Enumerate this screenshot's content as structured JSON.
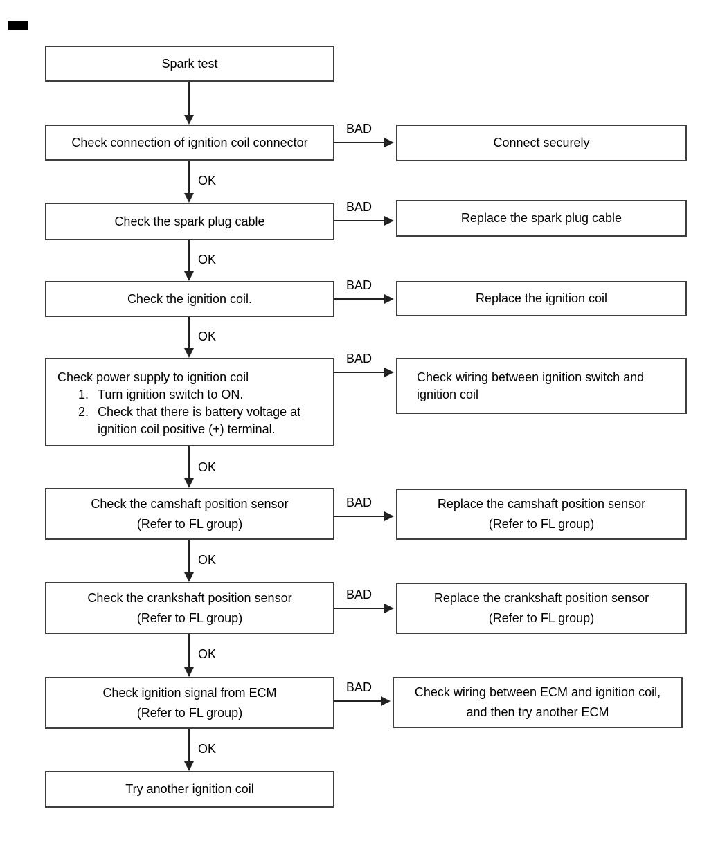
{
  "diagram": {
    "labels": {
      "ok": "OK",
      "bad": "BAD"
    },
    "colors": {
      "border": "#3e3e3e",
      "line": "#222222",
      "text": "#000000",
      "background": "#ffffff"
    },
    "start": {
      "text": "Spark test"
    },
    "steps": [
      {
        "check": "Check connection of ignition coil connector",
        "action": "Connect securely"
      },
      {
        "check": "Check the spark plug cable",
        "action": "Replace the spark plug cable"
      },
      {
        "check": "Check the ignition coil.",
        "action": "Replace the ignition coil"
      },
      {
        "check_title": "Check power supply to ignition coil",
        "check_items": [
          {
            "num": "1.",
            "text": "Turn ignition switch to ON."
          },
          {
            "num": "2.",
            "text": "Check that there is battery voltage at",
            "text_cont": "ignition coil positive (+) terminal."
          }
        ],
        "action_line1": "Check wiring between ignition switch and",
        "action_line2": "ignition coil"
      },
      {
        "check_line1": "Check the camshaft position sensor",
        "check_line2": "(Refer to FL group)",
        "action_line1": "Replace the camshaft position sensor",
        "action_line2": "(Refer to FL group)"
      },
      {
        "check_line1": "Check the crankshaft position sensor",
        "check_line2": "(Refer to FL group)",
        "action_line1": "Replace the crankshaft position sensor",
        "action_line2": "(Refer to FL group)"
      },
      {
        "check_line1": "Check ignition signal from ECM",
        "check_line2": "(Refer to FL group)",
        "action_line1": "Check wiring between ECM and ignition coil,",
        "action_line2": "and then try another ECM"
      }
    ],
    "end": {
      "text": "Try another ignition coil"
    }
  }
}
